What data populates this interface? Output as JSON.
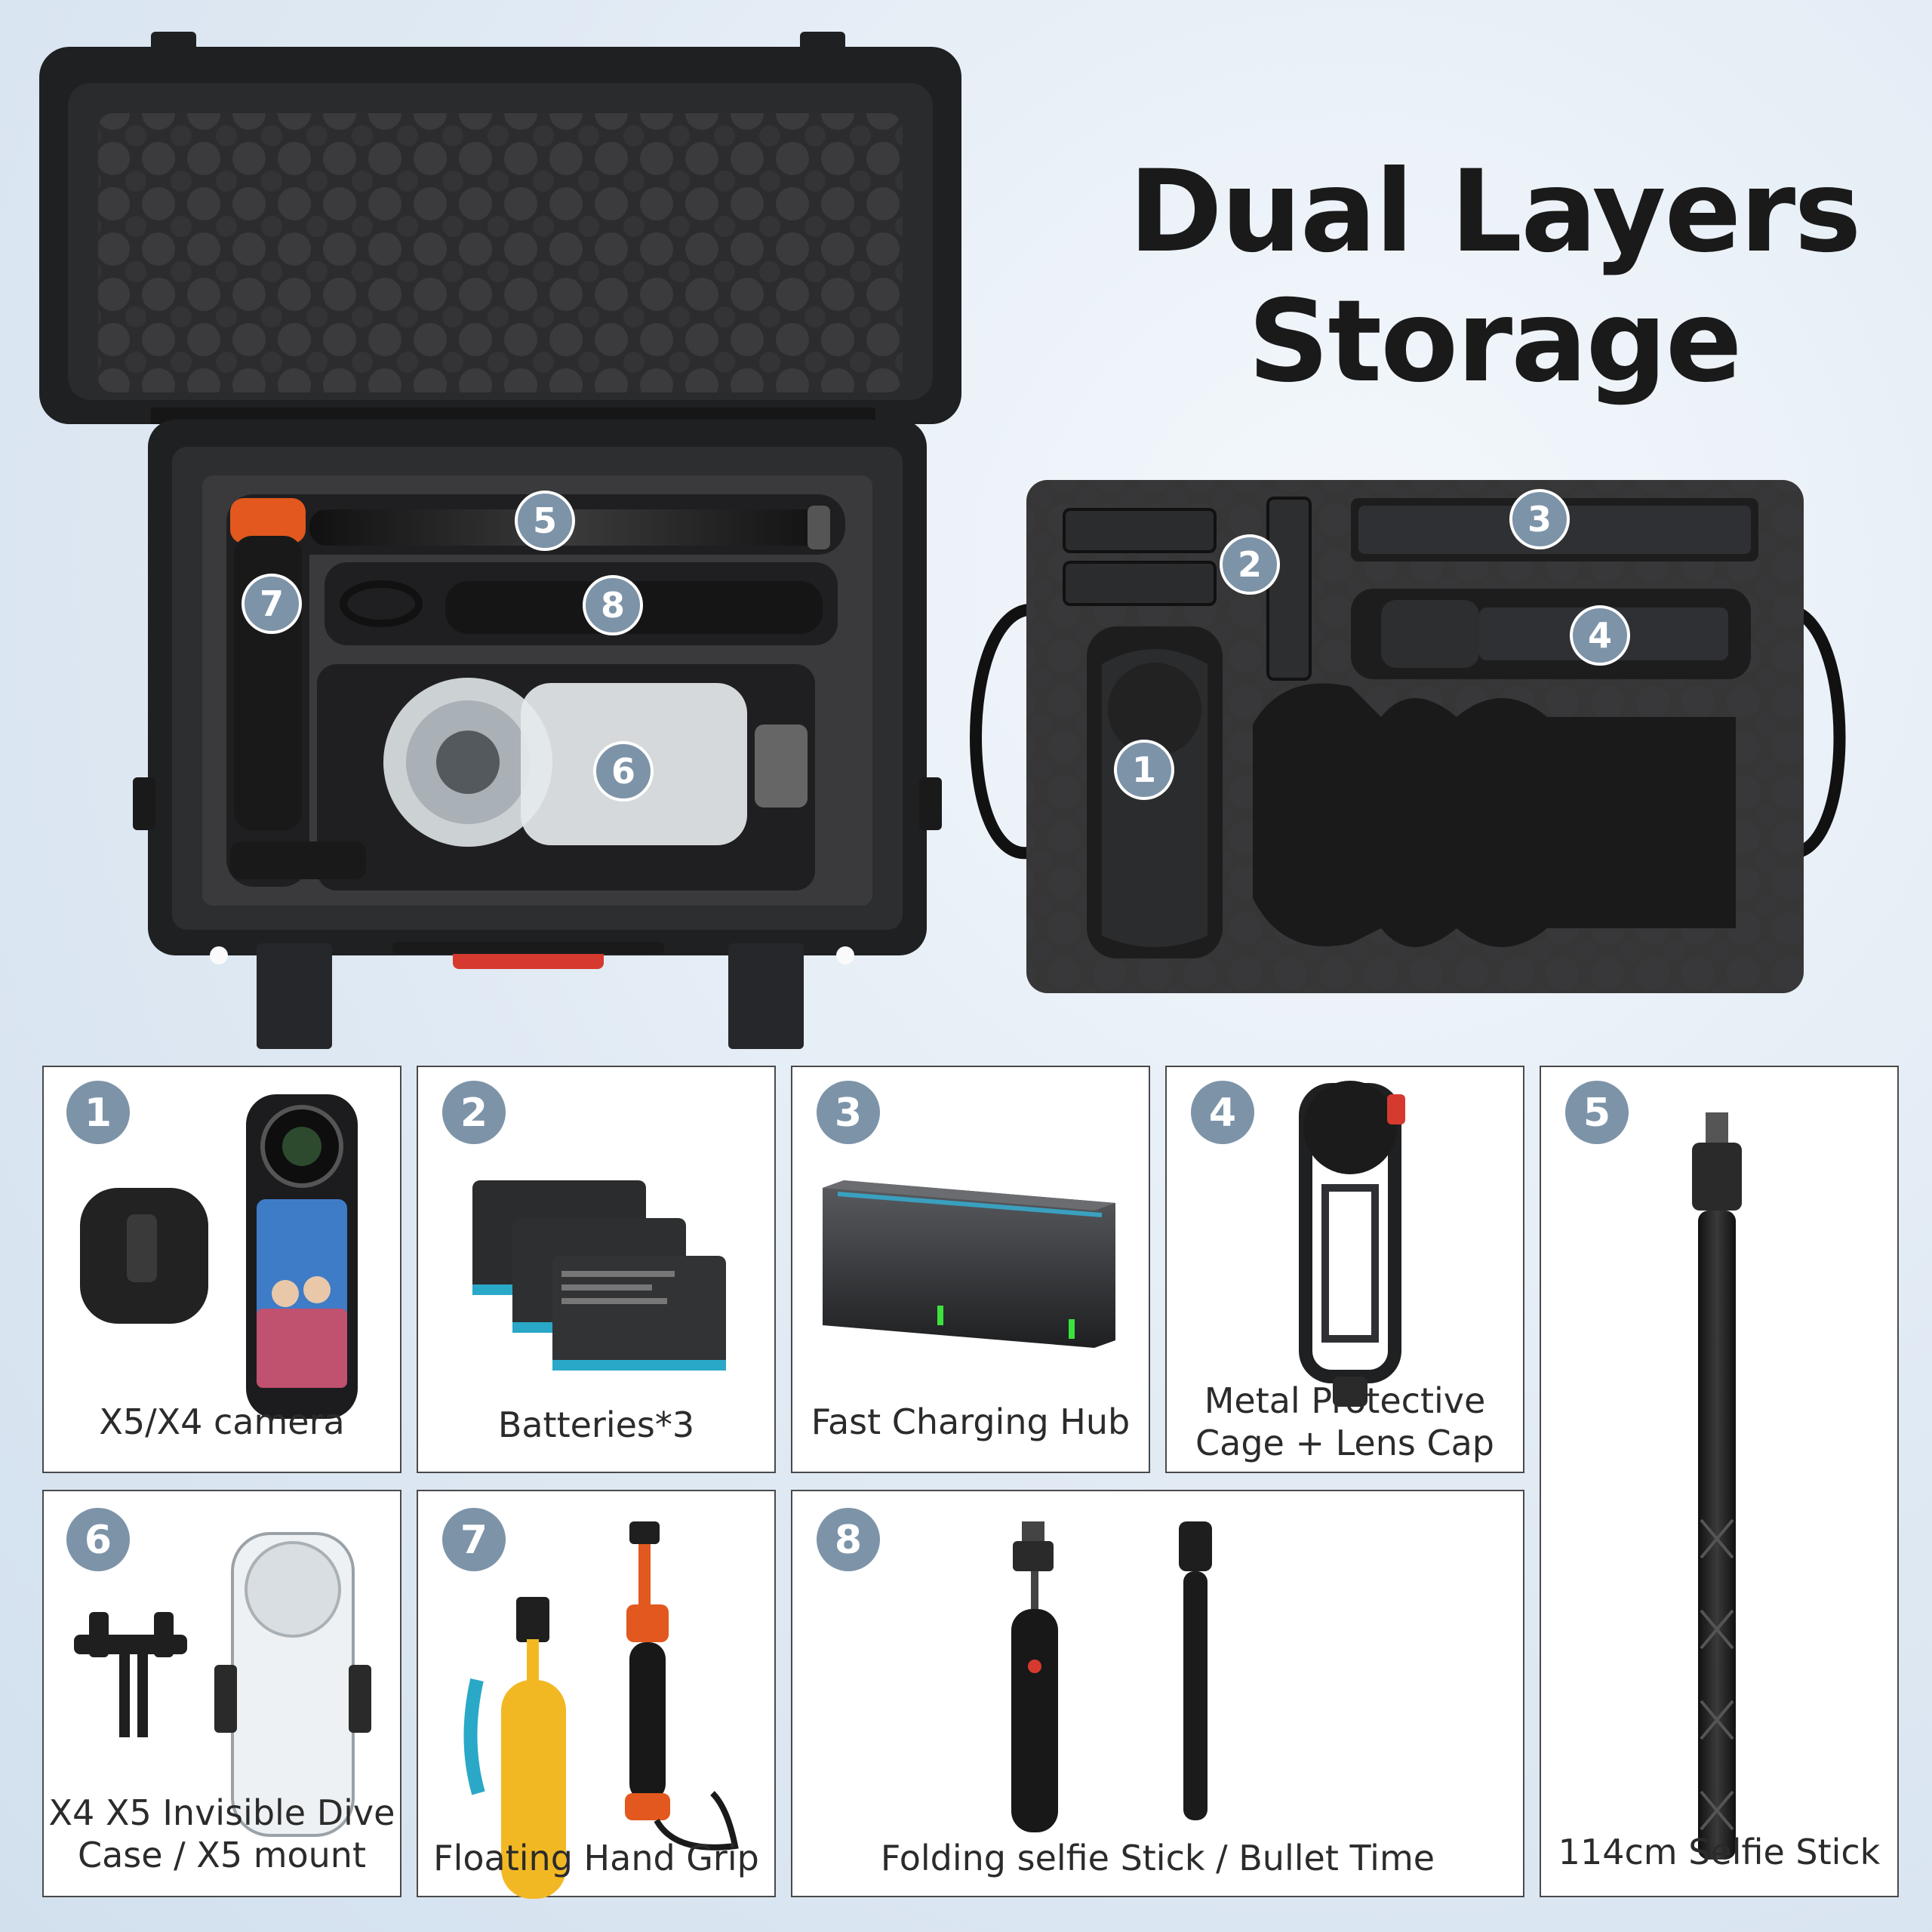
{
  "headline": {
    "line1": "Dual Layers",
    "line2": "Storage"
  },
  "colors": {
    "badge_fill": "#7d93a8",
    "case_shell": "#2a2b2d",
    "foam": "#3a3a3c",
    "accent_orange": "#e2581e",
    "accent_red": "#d63a2e",
    "accent_yellow": "#f2b824",
    "accent_cyan": "#2aa8c8",
    "led_green": "#3ce23c"
  },
  "case_callouts": [
    "5",
    "7",
    "8",
    "6"
  ],
  "tray_callouts": [
    "3",
    "2",
    "4",
    "1"
  ],
  "items": [
    {
      "number": "1",
      "label": "X5/X4 camera",
      "icon": "camera-icon"
    },
    {
      "number": "2",
      "label": "Batteries*3",
      "icon": "battery-icon"
    },
    {
      "number": "3",
      "label": "Fast Charging Hub",
      "icon": "charging-hub-icon"
    },
    {
      "number": "4",
      "label": "Metal Protective\nCage + Lens Cap",
      "icon": "cage-icon"
    },
    {
      "number": "5",
      "label": "114cm Selfie Stick",
      "icon": "selfie-stick-icon"
    },
    {
      "number": "6",
      "label": "X4 X5 Invisible Dive\nCase / X5 mount",
      "icon": "dive-case-icon"
    },
    {
      "number": "7",
      "label": "Floating Hand Grip",
      "icon": "hand-grip-icon"
    },
    {
      "number": "8",
      "label": "Folding selfie Stick / Bullet Time",
      "icon": "tripod-icon"
    }
  ]
}
